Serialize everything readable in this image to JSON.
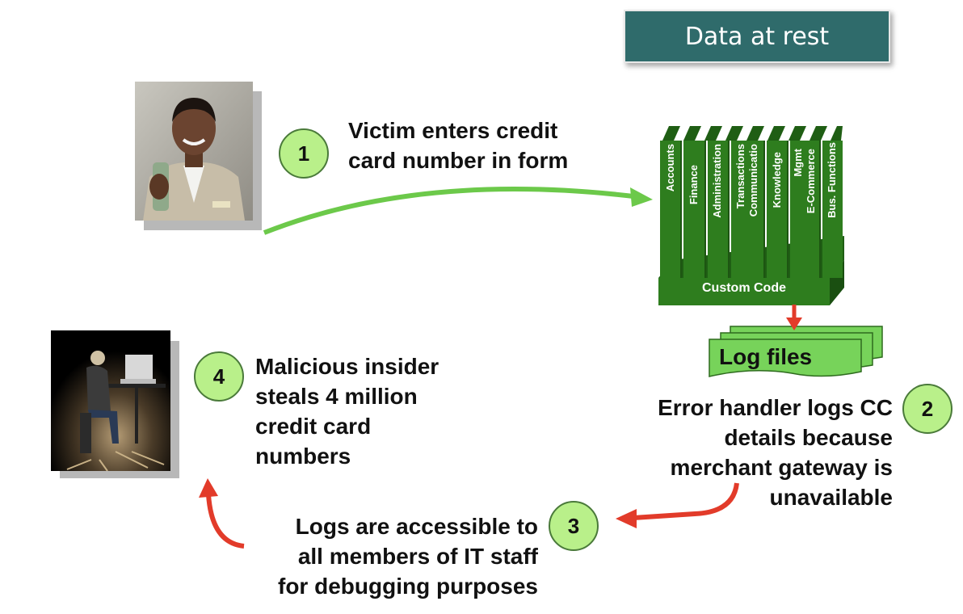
{
  "title": "Data at rest",
  "steps": [
    {
      "number": "1",
      "text_lines": [
        "Victim enters credit",
        "card number in form"
      ]
    },
    {
      "number": "2",
      "text_lines": [
        "Error handler logs CC",
        "details because",
        "merchant gateway is",
        "unavailable"
      ]
    },
    {
      "number": "3",
      "text_lines": [
        "Logs are accessible to",
        "all members of IT staff",
        "for debugging purposes"
      ]
    },
    {
      "number": "4",
      "text_lines": [
        "Malicious insider",
        "steals 4 million",
        "credit card",
        "numbers"
      ]
    }
  ],
  "app_modules": [
    "Accounts",
    "Finance",
    "Administration",
    "Transactions",
    "Communicatio",
    "Knowledge",
    "Mgmt",
    "E-Commerce",
    "Bus. Functions"
  ],
  "custom_code_label": "Custom Code",
  "log_files_label": "Log files",
  "colors": {
    "title_bg": "#2f6b6b",
    "badge_fill": "#b9f08a",
    "server_green": "#2e7d1e",
    "log_green": "#77d35a",
    "green_arrow": "#6cc94a",
    "red_arrow": "#e23b2a"
  }
}
